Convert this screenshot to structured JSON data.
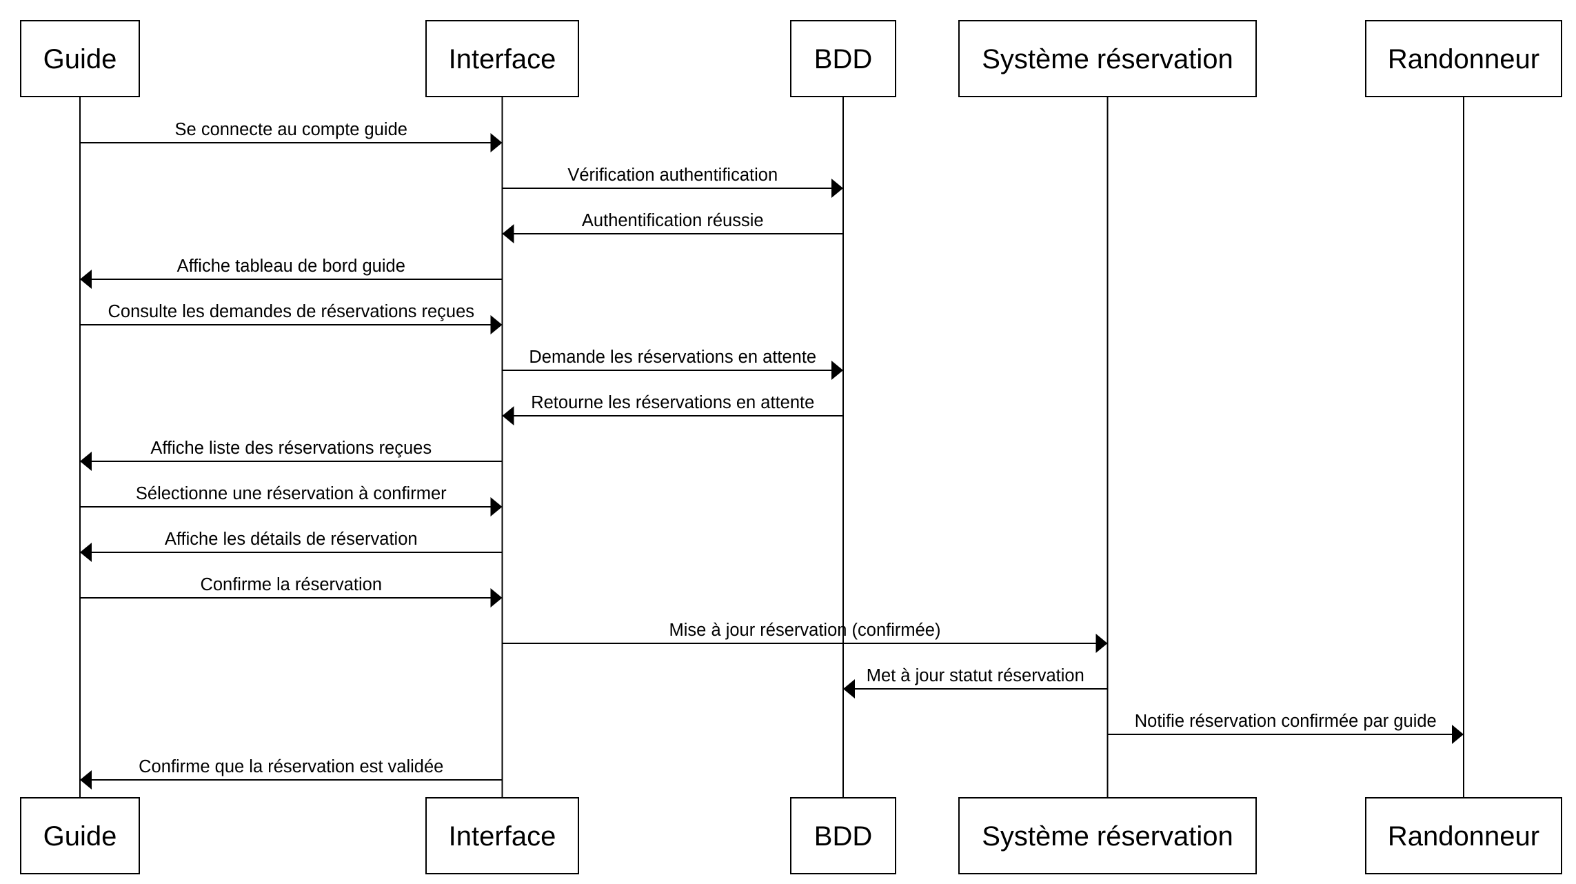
{
  "participants": [
    {
      "id": "guide",
      "label": "Guide"
    },
    {
      "id": "interface",
      "label": "Interface"
    },
    {
      "id": "bdd",
      "label": "BDD"
    },
    {
      "id": "systeme",
      "label": "Système réservation"
    },
    {
      "id": "randonneur",
      "label": "Randonneur"
    }
  ],
  "messages": [
    {
      "from": "guide",
      "to": "interface",
      "label": "Se connecte au compte guide"
    },
    {
      "from": "interface",
      "to": "bdd",
      "label": "Vérification authentification"
    },
    {
      "from": "bdd",
      "to": "interface",
      "label": "Authentification réussie"
    },
    {
      "from": "interface",
      "to": "guide",
      "label": "Affiche tableau de bord guide"
    },
    {
      "from": "guide",
      "to": "interface",
      "label": "Consulte les demandes de réservations reçues"
    },
    {
      "from": "interface",
      "to": "bdd",
      "label": "Demande les réservations en attente"
    },
    {
      "from": "bdd",
      "to": "interface",
      "label": "Retourne les réservations en attente"
    },
    {
      "from": "interface",
      "to": "guide",
      "label": "Affiche liste des réservations reçues"
    },
    {
      "from": "guide",
      "to": "interface",
      "label": "Sélectionne une réservation à confirmer"
    },
    {
      "from": "interface",
      "to": "guide",
      "label": "Affiche les détails de réservation"
    },
    {
      "from": "guide",
      "to": "interface",
      "label": "Confirme la réservation"
    },
    {
      "from": "interface",
      "to": "systeme",
      "label": "Mise à jour réservation (confirmée)"
    },
    {
      "from": "systeme",
      "to": "bdd",
      "label": "Met à jour statut réservation"
    },
    {
      "from": "systeme",
      "to": "randonneur",
      "label": "Notifie réservation confirmée par guide"
    },
    {
      "from": "interface",
      "to": "guide",
      "label": "Confirme que la réservation est validée"
    }
  ]
}
